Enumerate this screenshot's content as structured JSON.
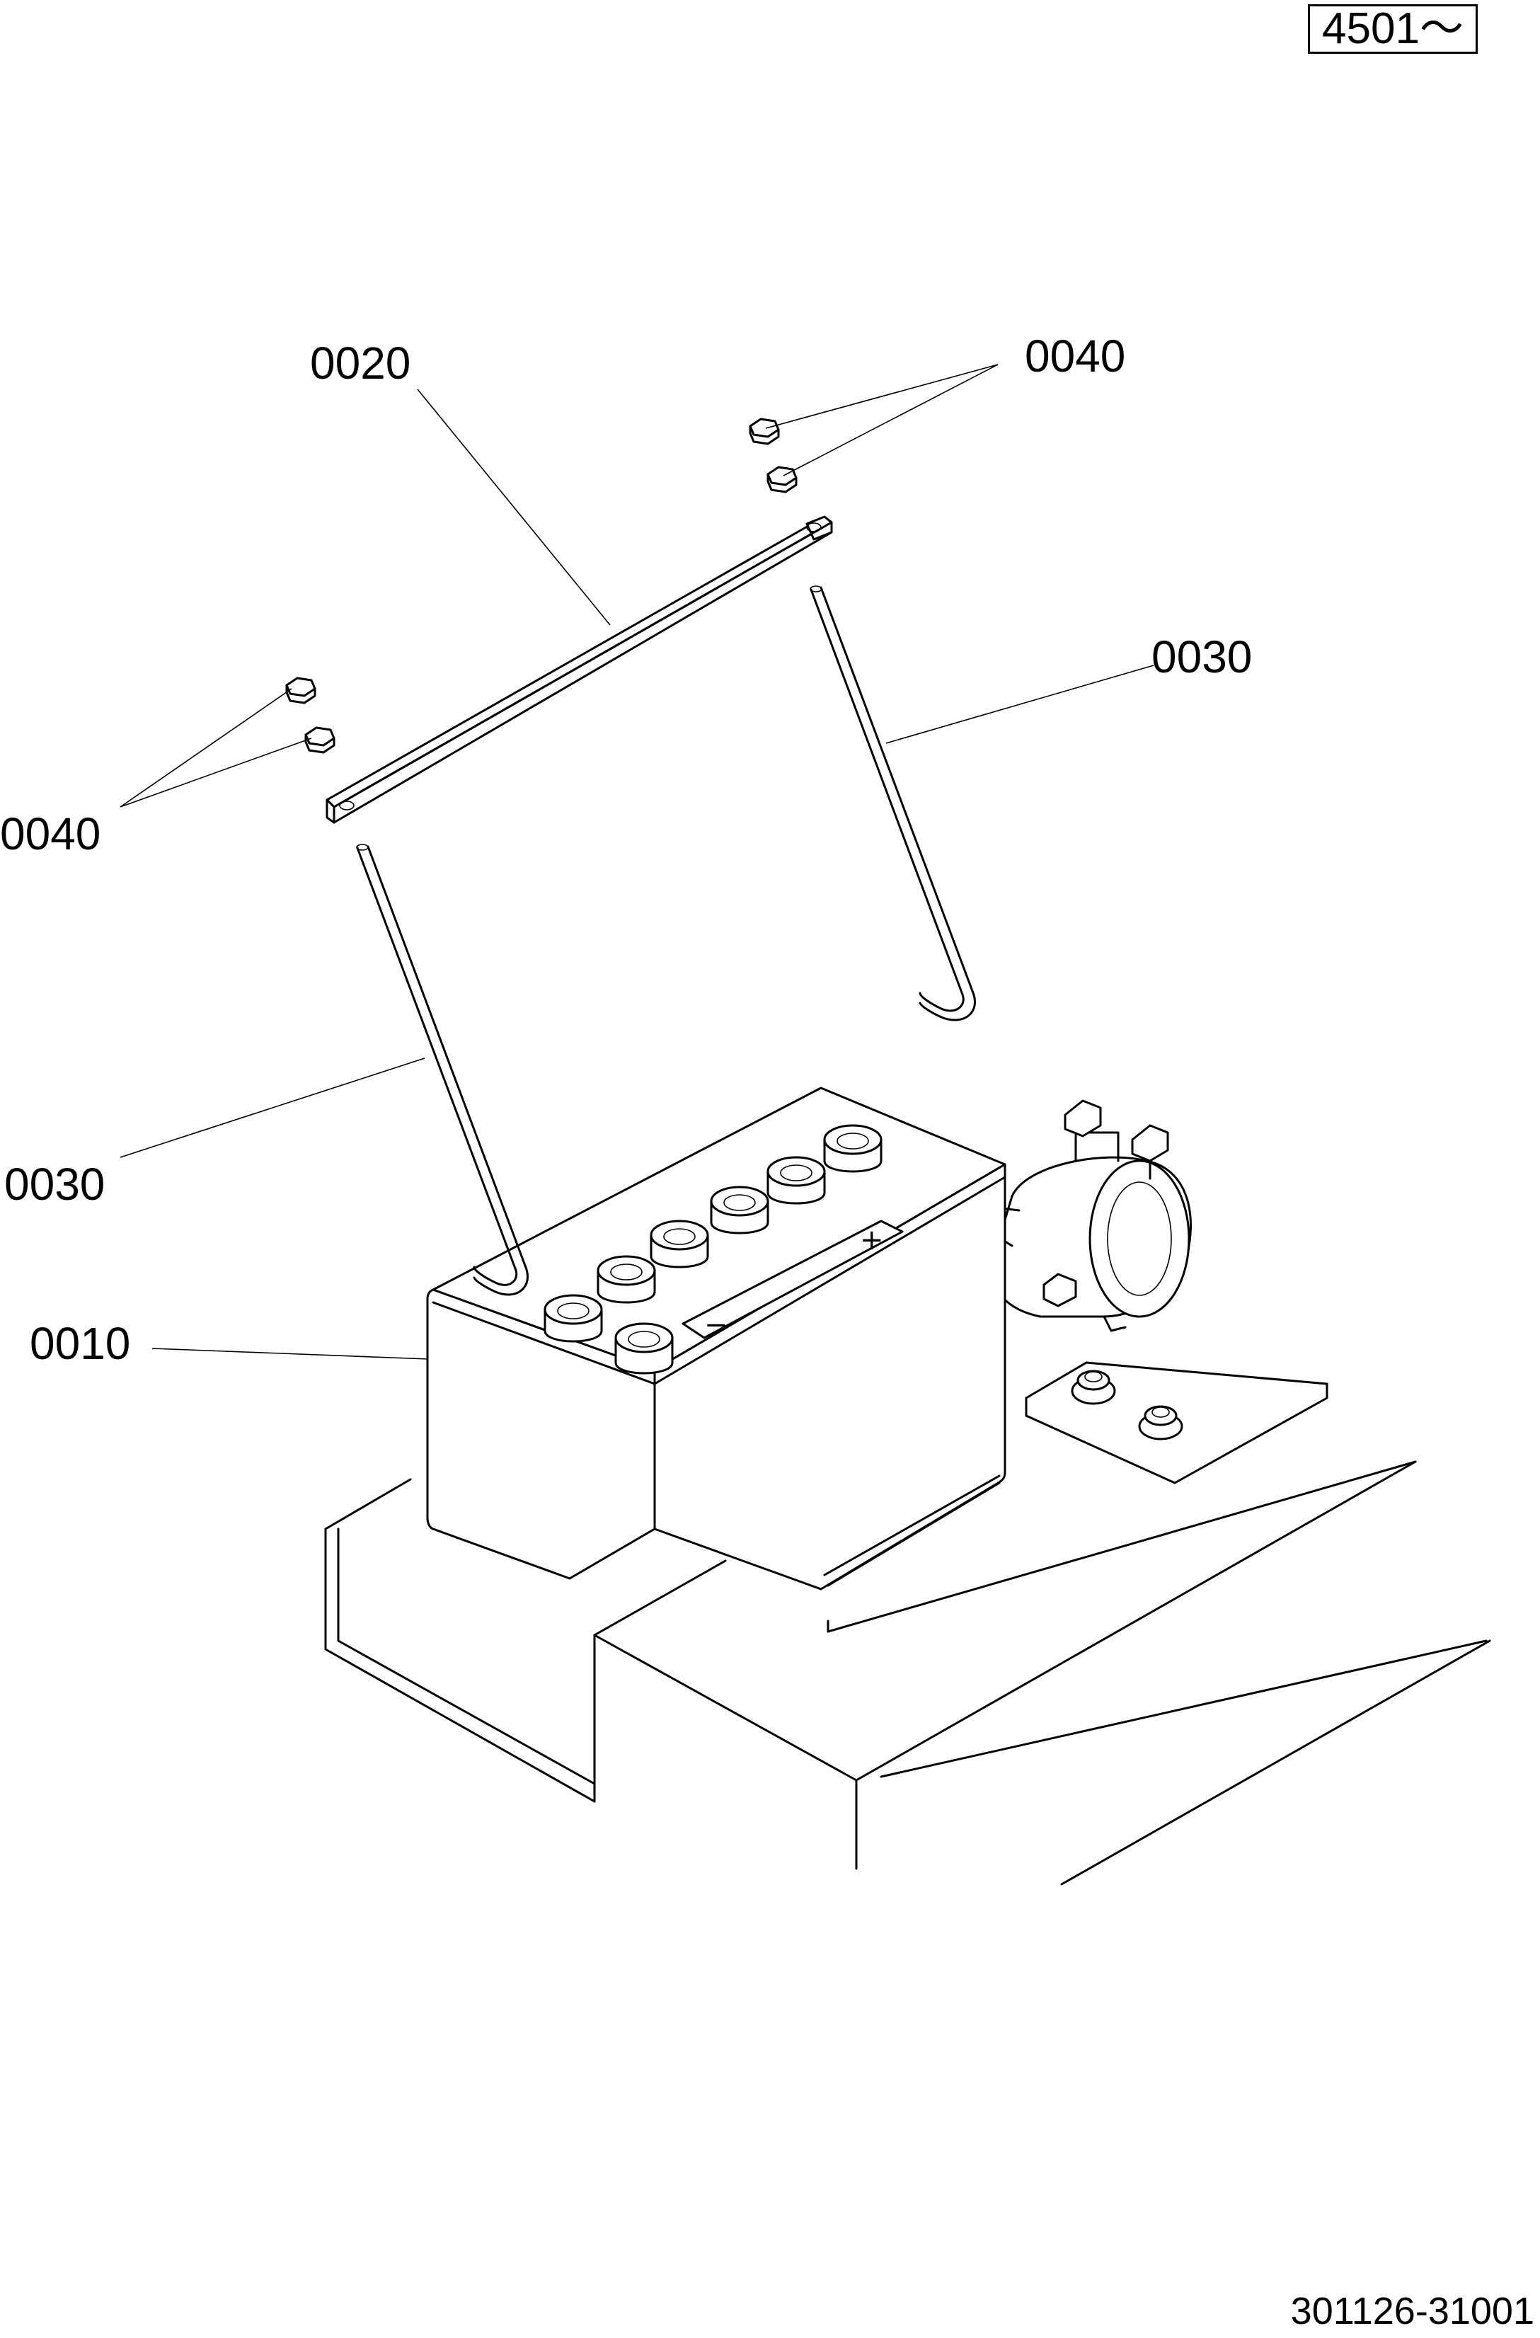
{
  "serial_range": "4501～",
  "drawing_number": "301126-31001",
  "callouts": {
    "part_0010": "0010",
    "part_0020": "0020",
    "part_0030_left": "0030",
    "part_0030_right": "0030",
    "part_0040_left": "0040",
    "part_0040_right": "0040"
  },
  "battery_signs": {
    "plus": "+",
    "minus": "−"
  }
}
